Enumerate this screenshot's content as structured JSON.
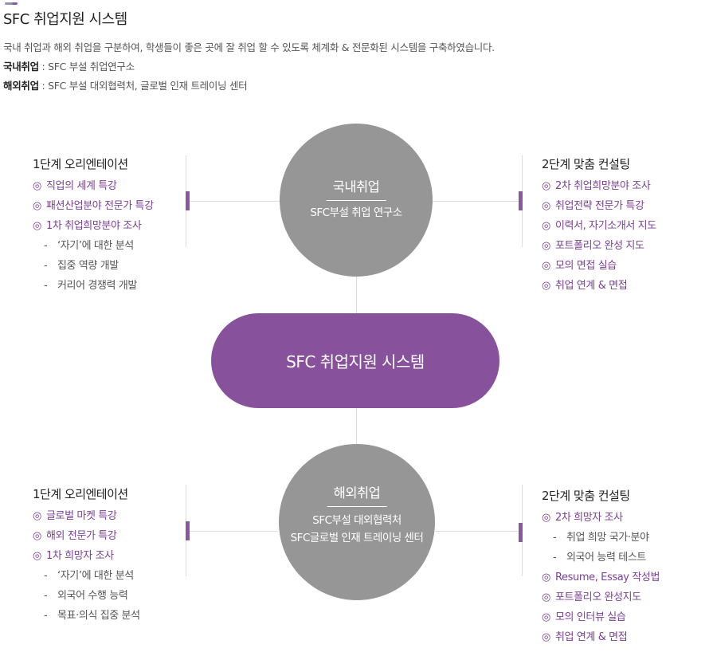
{
  "header": {
    "title": "SFC 취업지원 시스템",
    "description": "국내 취업과 해외 취업을 구분하여, 학생들이 좋은 곳에 잘 취업 할 수 있도록 체계화 & 전문화된 시스템을 구축하였습니다.",
    "domestic_label": "국내취업",
    "domestic_text": " : SFC 부설 취업연구소",
    "overseas_label": "해외취업",
    "overseas_text": " : SFC 부설 대외협력처, 글로벌 인재 트레이닝 센터"
  },
  "center": {
    "label": "SFC 취업지원 시스템"
  },
  "domestic": {
    "title": "국내취업",
    "sub": [
      "SFC부설 취업 연구소"
    ],
    "left": {
      "title": "1단계 오리엔테이션",
      "items": [
        {
          "type": "main",
          "bullet": "◎",
          "text": "직업의 세계 특강"
        },
        {
          "type": "main",
          "bullet": "◎",
          "text": "패션산업분야 전문가 특강"
        },
        {
          "type": "main",
          "bullet": "◎",
          "text": "1차 취업희망분야 조사"
        },
        {
          "type": "sub",
          "bullet": "-",
          "text": "‘자기’에 대한 분석"
        },
        {
          "type": "sub",
          "bullet": "-",
          "text": "집중 역량 개발"
        },
        {
          "type": "sub",
          "bullet": "-",
          "text": "커리어 경쟁력 개발"
        }
      ]
    },
    "right": {
      "title": "2단계 맞춤 컨설팅",
      "items": [
        {
          "type": "main",
          "bullet": "◎",
          "text": "2차 취업희망분야 조사"
        },
        {
          "type": "main",
          "bullet": "◎",
          "text": "취업전략 전문가 특강"
        },
        {
          "type": "main",
          "bullet": "◎",
          "text": "이력서, 자기소개서 지도"
        },
        {
          "type": "main",
          "bullet": "◎",
          "text": "포트폴리오 완성 지도"
        },
        {
          "type": "main",
          "bullet": "◎",
          "text": "모의 면접 실습"
        },
        {
          "type": "main",
          "bullet": "◎",
          "text": "취업 연계 & 면접"
        }
      ]
    }
  },
  "overseas": {
    "title": "해외취업",
    "sub": [
      "SFC부설 대외협력처",
      "SFC글로벌 인재 트레이닝 센터"
    ],
    "left": {
      "title": "1단계 오리엔테이션",
      "items": [
        {
          "type": "main",
          "bullet": "◎",
          "text": "글로벌 마켓 특강"
        },
        {
          "type": "main",
          "bullet": "◎",
          "text": "해외 전문가 특강"
        },
        {
          "type": "main",
          "bullet": "◎",
          "text": "1차 희망자 조사"
        },
        {
          "type": "sub",
          "bullet": "-",
          "text": "‘자기’에 대한 분석"
        },
        {
          "type": "sub",
          "bullet": "-",
          "text": "외국어 수행 능력"
        },
        {
          "type": "sub",
          "bullet": "-",
          "text": "목표·의식 집중 분석"
        }
      ]
    },
    "right": {
      "title": "2단계 맞춤 컨설팅",
      "items": [
        {
          "type": "main",
          "bullet": "◎",
          "text": "2차 희망자 조사"
        },
        {
          "type": "sub",
          "bullet": "-",
          "text": "취업 희망 국가·분야"
        },
        {
          "type": "sub",
          "bullet": "-",
          "text": "외국어 능력 테스트"
        },
        {
          "type": "main",
          "bullet": "◎",
          "text": "Resume, Essay 작성법"
        },
        {
          "type": "main",
          "bullet": "◎",
          "text": "포트폴리오 완성지도"
        },
        {
          "type": "main",
          "bullet": "◎",
          "text": "모의 인터뷰 실습"
        },
        {
          "type": "main",
          "bullet": "◎",
          "text": "취업 연계 & 면접"
        }
      ]
    }
  },
  "colors": {
    "accent": "#87519b",
    "circle": "#969696",
    "line": "#dcdcdc"
  }
}
